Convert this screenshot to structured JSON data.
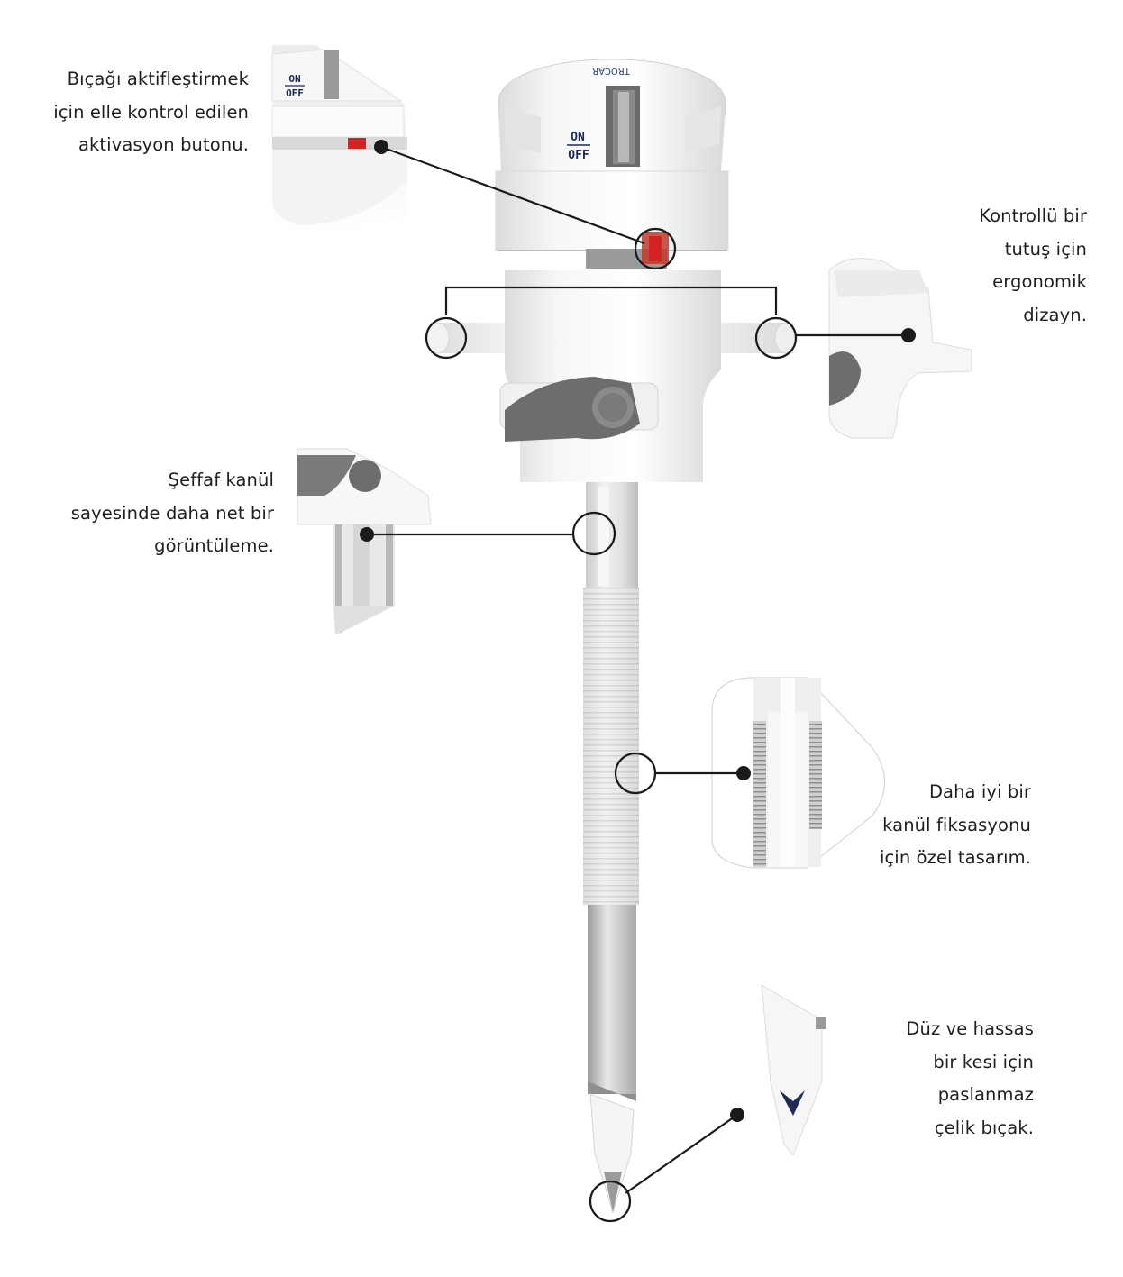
{
  "callouts": {
    "activation": [
      "Bıçağı aktifleştirmek",
      "için elle kontrol edilen",
      "aktivasyon butonu."
    ],
    "ergonomic": [
      "Kontrollü bir",
      "tutuş için",
      "ergonomik",
      "dizayn."
    ],
    "cannula": [
      "Şeffaf kanül",
      "sayesinde daha net bir",
      "görüntüleme."
    ],
    "fixation": [
      "Daha iyi bir",
      "kanül fiksasyonu",
      "için özel tasarım."
    ],
    "blade": [
      "Düz ve hassas",
      "bir kesi için",
      "paslanmaz",
      "çelik bıçak."
    ]
  },
  "switch": {
    "on": "ON",
    "off": "OFF"
  },
  "brand_text": "TROCAR",
  "colors": {
    "accent_red": "#d32222",
    "dark_gray": "#6d6d6d",
    "navy": "#1e2a55",
    "line": "#1a1a1a"
  }
}
